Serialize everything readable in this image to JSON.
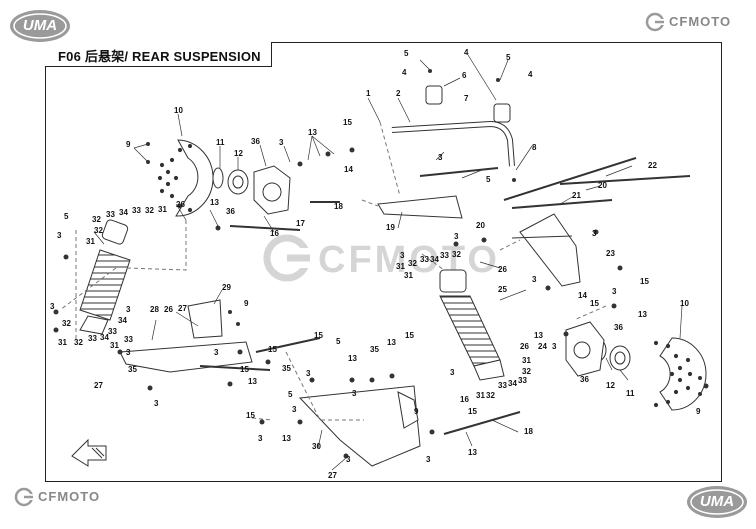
{
  "title": "F06 后悬架/ REAR SUSPENSION",
  "logos": {
    "top_left": "UMA",
    "top_right": "CFMOTO",
    "bottom_left": "CFMOTO",
    "bottom_right": "UMA",
    "watermark": "CFMOTO"
  },
  "colors": {
    "line": "#333333",
    "light": "#8a8a8a",
    "logo_gray": "#9a9a9a"
  },
  "callouts": [
    "1",
    "2",
    "3",
    "4",
    "5",
    "6",
    "7",
    "8",
    "9",
    "10",
    "11",
    "12",
    "13",
    "14",
    "15",
    "16",
    "17",
    "18",
    "19",
    "20",
    "21",
    "22",
    "23",
    "24",
    "25",
    "26",
    "27",
    "28",
    "29",
    "30",
    "31",
    "32",
    "33",
    "34",
    "35",
    "36"
  ]
}
